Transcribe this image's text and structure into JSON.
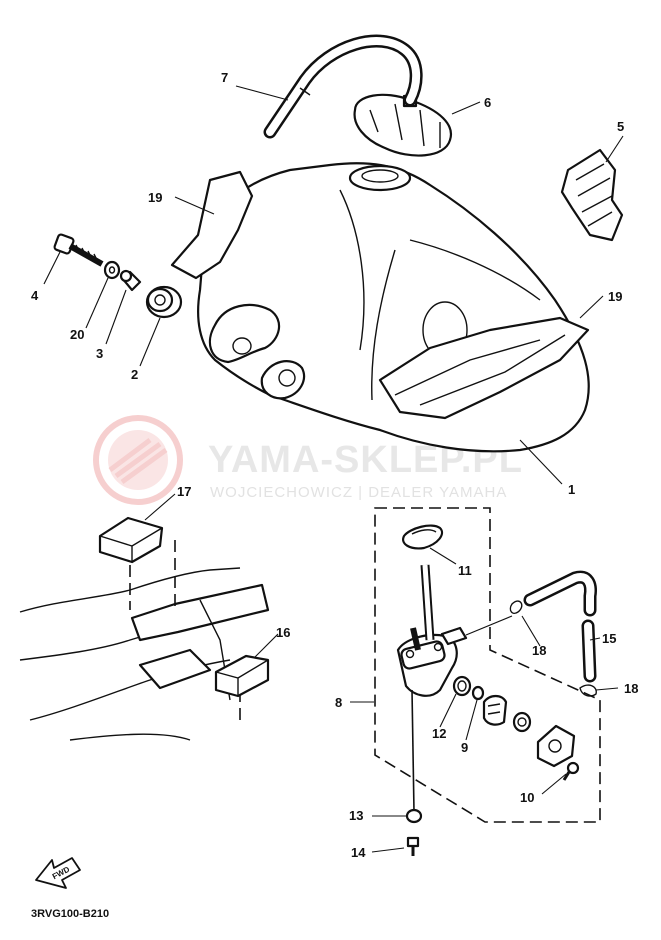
{
  "watermark": {
    "brand": "YAMA-SKLEP.PL",
    "tagline": "WOJCIECHOWICZ | DEALER YAMAHA"
  },
  "callouts": {
    "n1": "1",
    "n2": "2",
    "n3": "3",
    "n4": "4",
    "n5": "5",
    "n6": "6",
    "n7": "7",
    "n8": "8",
    "n9": "9",
    "n10": "10",
    "n11": "11",
    "n12": "12",
    "n13": "13",
    "n14": "14",
    "n15": "15",
    "n16": "16",
    "n17": "17",
    "n18a": "18",
    "n18b": "18",
    "n19a": "19",
    "n19b": "19",
    "n20": "20"
  },
  "fwd_label": "FWD",
  "diagram_code": "3RVG100-B210",
  "icons": {
    "watermark_logo": "yamaha-tuning-fork-logo-icon",
    "direction": "forward-arrow-icon"
  },
  "colors": {
    "ink": "#111111",
    "watermark_logo": "#f2b8b8",
    "watermark_text": "#e5e5e5"
  }
}
